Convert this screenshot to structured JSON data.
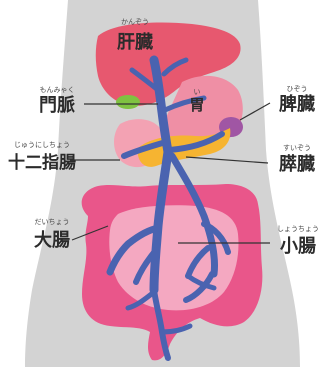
{
  "diagram": {
    "colors": {
      "background": "#ffffff",
      "body": "#d3d3d3",
      "liver": "#e7586f",
      "stomach": "#ef8fa5",
      "spleen": "#a056a4",
      "pancreas": "#f6b431",
      "duodenum": "#f3a2b3",
      "gallbladder": "#7fc241",
      "large_intestine": "#e9568a",
      "small_intestine": "#f4a8c1",
      "portal_vein": "#4a63b0",
      "leader_line": "#333333"
    },
    "labels": {
      "liver": {
        "text": "肝臓",
        "furigana": "かんぞう"
      },
      "portal_vein": {
        "text": "門脈",
        "furigana": "もんみゃく"
      },
      "stomach": {
        "text": "胃",
        "furigana": "い"
      },
      "spleen": {
        "text": "脾臓",
        "furigana": "ひぞう"
      },
      "duodenum": {
        "text": "十二指腸",
        "furigana": "じゅうにしちょう"
      },
      "pancreas": {
        "text": "膵臓",
        "furigana": "すいぞう"
      },
      "large_intestine": {
        "text": "大腸",
        "furigana": "だいちょう"
      },
      "small_intestine": {
        "text": "小腸",
        "furigana": "しょうちょう"
      }
    }
  }
}
